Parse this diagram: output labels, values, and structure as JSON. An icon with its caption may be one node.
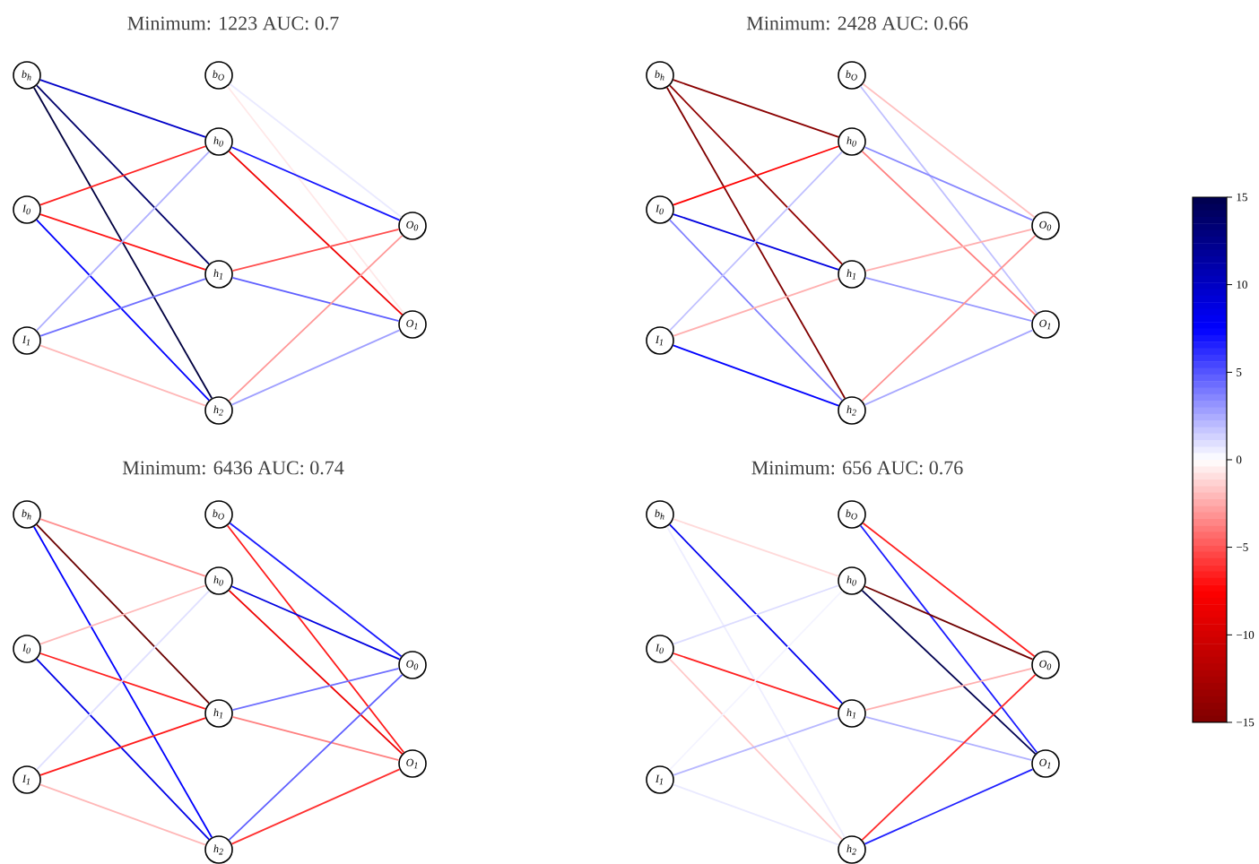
{
  "diagram": {
    "nodes": [
      {
        "text": [
          "b$_{h}$"
        ]
      },
      {
        "text": [
          "I$_{0}$"
        ]
      },
      {
        "text": [
          "I$_{1}$"
        ]
      },
      {
        "text": [
          "b$_{O}$"
        ]
      },
      {
        "text": [
          "h$_{0}$"
        ]
      },
      {
        "text": [
          "h$_{1}$"
        ]
      },
      {
        "text": [
          "h$_{2}$"
        ]
      },
      {
        "text": [
          "O$_{0}$"
        ]
      },
      {
        "text": [
          "O$_{1}$"
        ]
      },
      {
        "text": [
          "b$_{h}$"
        ]
      },
      {
        "text": [
          "I$_{0}$"
        ]
      },
      {
        "text": [
          "I$_{1}$"
        ]
      },
      {
        "text": [
          "b$_{O}$"
        ]
      },
      {
        "text": [
          "h$_{0}$"
        ]
      },
      {
        "text": [
          "h$_{1}$"
        ]
      },
      {
        "text": [
          "h$_{2}$"
        ]
      },
      {
        "text": [
          "O$_{0}$"
        ]
      },
      {
        "text": [
          "O$_{1}$"
        ]
      },
      {
        "text": [
          "b$_{h}$"
        ]
      },
      {
        "text": [
          "I$_{0}$"
        ]
      },
      {
        "text": [
          "I$_{1}$"
        ]
      },
      {
        "text": [
          "b$_{O}$"
        ]
      },
      {
        "text": [
          "h$_{0}$"
        ]
      },
      {
        "text": [
          "h$_{1}$"
        ]
      },
      {
        "text": [
          "h$_{2}$"
        ]
      },
      {
        "text": [
          "O$_{0}$"
        ]
      },
      {
        "text": [
          "O$_{1}$"
        ]
      },
      {
        "text": [
          "b$_{h}$"
        ]
      },
      {
        "text": [
          "I$_{0}$"
        ]
      },
      {
        "text": [
          "I$_{1}$"
        ]
      },
      {
        "text": [
          "b$_{O}$"
        ]
      },
      {
        "text": [
          "h$_{0}$"
        ]
      },
      {
        "text": [
          "h$_{1}$"
        ]
      },
      {
        "text": [
          "h$_{2}$"
        ]
      },
      {
        "text": [
          "O$_{0}$"
        ]
      },
      {
        "text": [
          "O$_{1}$"
        ]
      }
    ],
    "edges": [
      {
        "from": 0,
        "to": 4,
        "arrow": "none",
        "color": "#0000c8"
      },
      {
        "from": 0,
        "to": 5,
        "arrow": "none",
        "color": "#00006a"
      },
      {
        "from": 0,
        "to": 6,
        "arrow": "none",
        "color": "#000040"
      },
      {
        "from": 1,
        "to": 4,
        "arrow": "none",
        "color": "#ff2020"
      },
      {
        "from": 1,
        "to": 5,
        "arrow": "none",
        "color": "#ff1515"
      },
      {
        "from": 1,
        "to": 6,
        "arrow": "none",
        "color": "#0000ff"
      },
      {
        "from": 2,
        "to": 4,
        "arrow": "none",
        "color": "#b0b0ff"
      },
      {
        "from": 2,
        "to": 5,
        "arrow": "none",
        "color": "#7070ff"
      },
      {
        "from": 2,
        "to": 6,
        "arrow": "none",
        "color": "#ffb8b8"
      },
      {
        "from": 3,
        "to": 7,
        "arrow": "none",
        "color": "#eaeaff"
      },
      {
        "from": 3,
        "to": 8,
        "arrow": "none",
        "color": "#ffe8e8"
      },
      {
        "from": 4,
        "to": 7,
        "arrow": "none",
        "color": "#1515ff"
      },
      {
        "from": 4,
        "to": 8,
        "arrow": "none",
        "color": "#f00000"
      },
      {
        "from": 5,
        "to": 7,
        "arrow": "none",
        "color": "#ff5050"
      },
      {
        "from": 5,
        "to": 8,
        "arrow": "none",
        "color": "#6060ff"
      },
      {
        "from": 6,
        "to": 7,
        "arrow": "none",
        "color": "#ff9898"
      },
      {
        "from": 6,
        "to": 8,
        "arrow": "none",
        "color": "#a0a0ff"
      },
      {
        "from": 9,
        "to": 13,
        "arrow": "none",
        "color": "#8a0000"
      },
      {
        "from": 9,
        "to": 14,
        "arrow": "none",
        "color": "#900000"
      },
      {
        "from": 9,
        "to": 15,
        "arrow": "none",
        "color": "#800000"
      },
      {
        "from": 10,
        "to": 13,
        "arrow": "none",
        "color": "#ff0000"
      },
      {
        "from": 10,
        "to": 14,
        "arrow": "none",
        "color": "#0000e0"
      },
      {
        "from": 10,
        "to": 15,
        "arrow": "none",
        "color": "#8080ff"
      },
      {
        "from": 11,
        "to": 13,
        "arrow": "none",
        "color": "#c0c0ff"
      },
      {
        "from": 11,
        "to": 14,
        "arrow": "none",
        "color": "#ffb0b0"
      },
      {
        "from": 11,
        "to": 15,
        "arrow": "none",
        "color": "#0000ff"
      },
      {
        "from": 12,
        "to": 16,
        "arrow": "none",
        "color": "#ffc0c0"
      },
      {
        "from": 12,
        "to": 17,
        "arrow": "none",
        "color": "#c0c0ff"
      },
      {
        "from": 13,
        "to": 16,
        "arrow": "none",
        "color": "#8888ff"
      },
      {
        "from": 13,
        "to": 17,
        "arrow": "none",
        "color": "#ff8080"
      },
      {
        "from": 14,
        "to": 16,
        "arrow": "none",
        "color": "#ffb0b0"
      },
      {
        "from": 14,
        "to": 17,
        "arrow": "none",
        "color": "#9898ff"
      },
      {
        "from": 15,
        "to": 16,
        "arrow": "none",
        "color": "#ff9090"
      },
      {
        "from": 15,
        "to": 17,
        "arrow": "none",
        "color": "#a8a8ff"
      },
      {
        "from": 18,
        "to": 22,
        "arrow": "none",
        "color": "#ff9090"
      },
      {
        "from": 18,
        "to": 23,
        "arrow": "none",
        "color": "#6a0000"
      },
      {
        "from": 18,
        "to": 24,
        "arrow": "none",
        "color": "#0000ff"
      },
      {
        "from": 19,
        "to": 22,
        "arrow": "none",
        "color": "#ffb8b8"
      },
      {
        "from": 19,
        "to": 23,
        "arrow": "none",
        "color": "#ff2020"
      },
      {
        "from": 19,
        "to": 24,
        "arrow": "none",
        "color": "#0000e8"
      },
      {
        "from": 20,
        "to": 22,
        "arrow": "none",
        "color": "#e0e0ff"
      },
      {
        "from": 20,
        "to": 23,
        "arrow": "none",
        "color": "#ff1a1a"
      },
      {
        "from": 20,
        "to": 24,
        "arrow": "none",
        "color": "#ffb8b8"
      },
      {
        "from": 21,
        "to": 25,
        "arrow": "none",
        "color": "#1a1aff"
      },
      {
        "from": 21,
        "to": 26,
        "arrow": "none",
        "color": "#ff1a1a"
      },
      {
        "from": 22,
        "to": 25,
        "arrow": "none",
        "color": "#0000e0"
      },
      {
        "from": 22,
        "to": 26,
        "arrow": "none",
        "color": "#ee0000"
      },
      {
        "from": 23,
        "to": 25,
        "arrow": "none",
        "color": "#7070ff"
      },
      {
        "from": 23,
        "to": 26,
        "arrow": "none",
        "color": "#ff8080"
      },
      {
        "from": 24,
        "to": 25,
        "arrow": "none",
        "color": "#6060ff"
      },
      {
        "from": 24,
        "to": 26,
        "arrow": "none",
        "color": "#ff3030"
      },
      {
        "from": 27,
        "to": 31,
        "arrow": "none",
        "color": "#ffdada"
      },
      {
        "from": 27,
        "to": 32,
        "arrow": "none",
        "color": "#0000f0"
      },
      {
        "from": 27,
        "to": 33,
        "arrow": "none",
        "color": "#eeeeff"
      },
      {
        "from": 28,
        "to": 31,
        "arrow": "none",
        "color": "#dcdcff"
      },
      {
        "from": 28,
        "to": 32,
        "arrow": "none",
        "color": "#ff2020"
      },
      {
        "from": 28,
        "to": 33,
        "arrow": "none",
        "color": "#ffc8c8"
      },
      {
        "from": 29,
        "to": 31,
        "arrow": "none",
        "color": "#f4f4ff"
      },
      {
        "from": 29,
        "to": 32,
        "arrow": "none",
        "color": "#b8b8ff"
      },
      {
        "from": 29,
        "to": 33,
        "arrow": "none",
        "color": "#eaeaff"
      },
      {
        "from": 30,
        "to": 34,
        "arrow": "none",
        "color": "#ff2020"
      },
      {
        "from": 30,
        "to": 35,
        "arrow": "none",
        "color": "#1a1aff"
      },
      {
        "from": 31,
        "to": 34,
        "arrow": "none",
        "color": "#700000"
      },
      {
        "from": 31,
        "to": 35,
        "arrow": "none",
        "color": "#000050"
      },
      {
        "from": 32,
        "to": 34,
        "arrow": "none",
        "color": "#ffb0b0"
      },
      {
        "from": 32,
        "to": 35,
        "arrow": "none",
        "color": "#b0b0ff"
      },
      {
        "from": 33,
        "to": 34,
        "arrow": "none",
        "color": "#ff2a2a"
      },
      {
        "from": 33,
        "to": 35,
        "arrow": "none",
        "color": "#2020ff"
      }
    ],
    "labels": [
      "Minimum: 1223 AUC: 0.7",
      "Minimum: 2428 AUC: 0.66",
      "Minimum: 6436 AUC: 0.74",
      "Minimum: 656 AUC: 0.76",
      "15",
      "10",
      "5",
      "0",
      "−5",
      "−10",
      "−15"
    ]
  }
}
